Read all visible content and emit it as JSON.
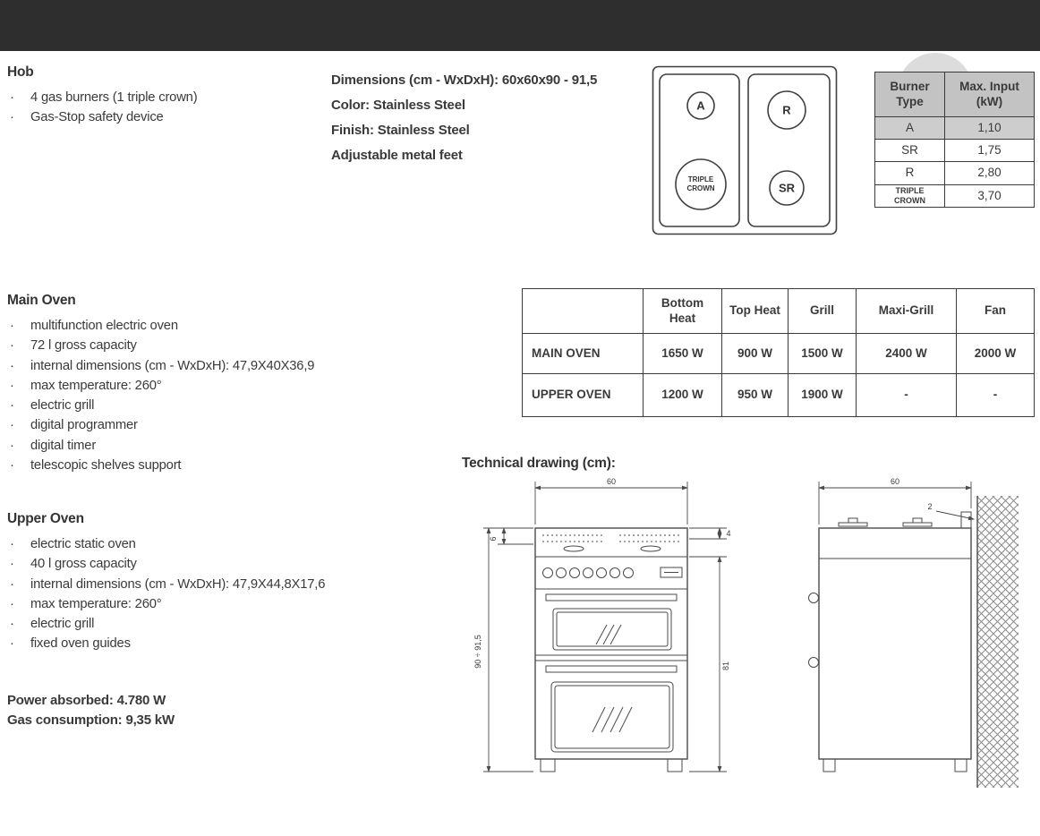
{
  "colors": {
    "top_bar": "#2e2e2e",
    "text": "#3a3a3a",
    "table_border": "#3a3a3a",
    "table_header_bg": "#c3c3c3",
    "highlight_row_bg": "#cdcdcd",
    "drawing_stroke": "#4a4a4a"
  },
  "hob": {
    "title": "Hob",
    "items": [
      "4 gas burners (1 triple crown)",
      "Gas-Stop safety device"
    ]
  },
  "general": {
    "lines": [
      "Dimensions (cm - WxDxH): 60x60x90 - 91,5",
      "Color: Stainless Steel",
      "Finish: Stainless Steel",
      "Adjustable metal feet"
    ]
  },
  "hob_diagram": {
    "burner_a": "A",
    "burner_r": "R",
    "burner_triple_line1": "TRIPLE",
    "burner_triple_line2": "CROWN",
    "burner_sr": "SR"
  },
  "burner_table": {
    "headers": [
      "Burner Type",
      "Max. Input (kW)"
    ],
    "rows": [
      {
        "type": "A",
        "kw": "1,10"
      },
      {
        "type": "SR",
        "kw": "1,75"
      },
      {
        "type": "R",
        "kw": "2,80"
      },
      {
        "type": "TRIPLE CROWN",
        "kw": "3,70"
      }
    ]
  },
  "main_oven": {
    "title": "Main Oven",
    "items": [
      "multifunction electric oven",
      "72 l gross capacity",
      "internal dimensions (cm - WxDxH): 47,9X40X36,9",
      "max temperature: 260°",
      "electric grill",
      "digital programmer",
      "digital timer",
      "telescopic shelves support"
    ]
  },
  "power_table": {
    "headers": [
      "Bottom Heat",
      "Top Heat",
      "Grill",
      "Maxi-Grill",
      "Fan"
    ],
    "rows": [
      {
        "label": "MAIN OVEN",
        "values": [
          "1650 W",
          "900 W",
          "1500 W",
          "2400 W",
          "2000 W"
        ]
      },
      {
        "label": "UPPER OVEN",
        "values": [
          "1200 W",
          "950 W",
          "1900 W",
          "-",
          "-"
        ]
      }
    ]
  },
  "upper_oven": {
    "title": "Upper Oven",
    "items": [
      "electric static oven",
      "40 l gross capacity",
      "internal dimensions (cm - WxDxH): 47,9X44,8X17,6",
      "max temperature: 260°",
      "electric grill",
      "fixed oven guides"
    ]
  },
  "totals": {
    "power_absorbed": "Power absorbed: 4.780 W",
    "gas_consumption": "Gas consumption: 9,35 kW"
  },
  "technical_drawing": {
    "title": "Technical drawing (cm):",
    "front": {
      "width": "60",
      "hob_height": "6",
      "total_height": "90 ÷ 91,5",
      "lip_height": "4",
      "body_height": "81"
    },
    "side": {
      "depth": "60",
      "wall_gap": "2"
    }
  }
}
